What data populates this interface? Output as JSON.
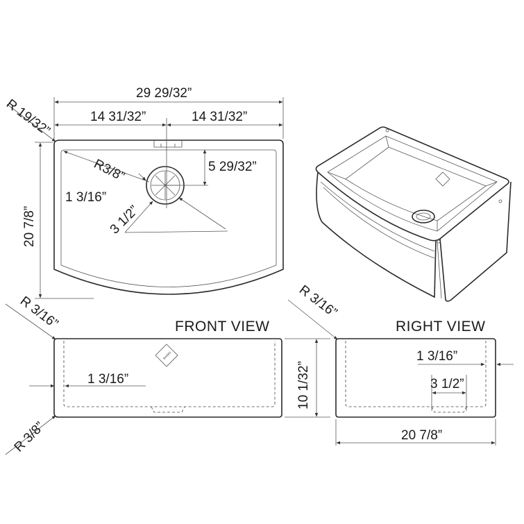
{
  "top_view": {
    "overall_width": "29 29/32”",
    "half_width_left": "14 31/32”",
    "half_width_right": "14 31/32”",
    "corner_radius": "R 19/32”",
    "depth": "20 7/8”",
    "inner_radius": "R3/8”",
    "wall_thickness": "1 3/16”",
    "drain_diameter": "3 1/2”",
    "drain_offset": "5 29/32”"
  },
  "front_view": {
    "title": "FRONT VIEW",
    "top_radius": "R 3/16”",
    "bottom_radius": "R 3/8”",
    "wall_thickness": "1 3/16”",
    "height": "10 1/32”"
  },
  "right_view": {
    "title": "RIGHT VIEW",
    "top_radius": "R 3/16”",
    "wall_thickness": "1 3/16”",
    "drain_diameter": "3 1/2”",
    "depth": "20 7/8”"
  },
  "logo": {
    "brand": "SHAWS"
  }
}
